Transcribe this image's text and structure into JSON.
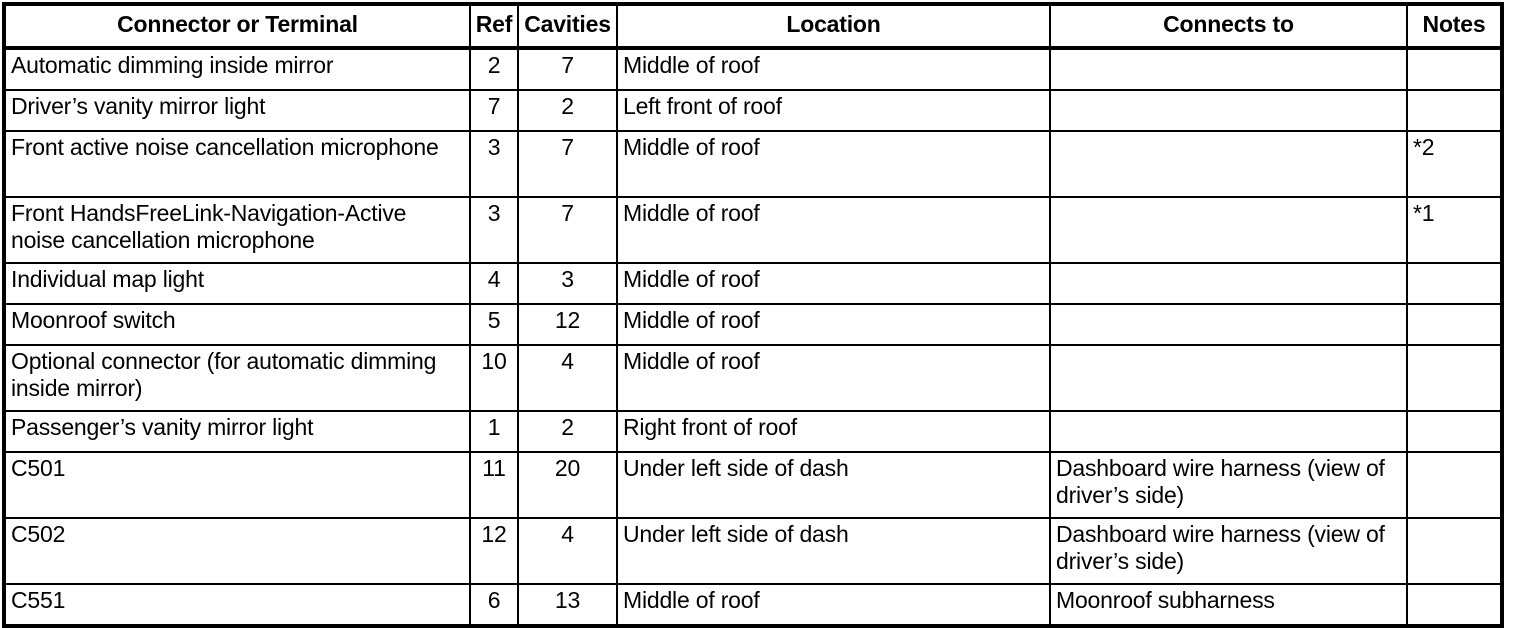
{
  "table": {
    "columns": [
      {
        "key": "connector",
        "label": "Connector or Terminal",
        "align": "left"
      },
      {
        "key": "ref",
        "label": "Ref",
        "align": "center"
      },
      {
        "key": "cavities",
        "label": "Cavities",
        "align": "center"
      },
      {
        "key": "location",
        "label": "Location",
        "align": "left"
      },
      {
        "key": "connects_to",
        "label": "Connects to",
        "align": "left"
      },
      {
        "key": "notes",
        "label": "Notes",
        "align": "left"
      }
    ],
    "rows": [
      {
        "connector": "Automatic dimming inside mirror",
        "ref": "2",
        "cavities": "7",
        "location": "Middle of roof",
        "connects_to": "",
        "notes": ""
      },
      {
        "connector": "Driver’s vanity mirror light",
        "ref": "7",
        "cavities": "2",
        "location": "Left front of roof",
        "connects_to": "",
        "notes": ""
      },
      {
        "connector": "Front active noise cancellation microphone",
        "ref": "3",
        "cavities": "7",
        "location": "Middle of roof",
        "connects_to": "",
        "notes": "*2"
      },
      {
        "connector": "Front HandsFreeLink-Navigation-Active noise cancellation microphone",
        "ref": "3",
        "cavities": "7",
        "location": "Middle of roof",
        "connects_to": "",
        "notes": "*1"
      },
      {
        "connector": "Individual map light",
        "ref": "4",
        "cavities": "3",
        "location": "Middle of roof",
        "connects_to": "",
        "notes": ""
      },
      {
        "connector": "Moonroof switch",
        "ref": "5",
        "cavities": "12",
        "location": "Middle of roof",
        "connects_to": "",
        "notes": ""
      },
      {
        "connector": "Optional connector (for automatic dimming inside mirror)",
        "ref": "10",
        "cavities": "4",
        "location": "Middle of roof",
        "connects_to": "",
        "notes": ""
      },
      {
        "connector": "Passenger’s vanity mirror light",
        "ref": "1",
        "cavities": "2",
        "location": "Right front of roof",
        "connects_to": "",
        "notes": ""
      },
      {
        "connector": "C501",
        "ref": "11",
        "cavities": "20",
        "location": "Under left side of dash",
        "connects_to": "Dashboard wire harness (view of driver’s side)",
        "notes": ""
      },
      {
        "connector": "C502",
        "ref": "12",
        "cavities": "4",
        "location": "Under left side of dash",
        "connects_to": "Dashboard wire harness (view of driver’s side)",
        "notes": ""
      },
      {
        "connector": "C551",
        "ref": "6",
        "cavities": "13",
        "location": "Middle of roof",
        "connects_to": "Moonroof subharness",
        "notes": ""
      }
    ]
  },
  "colors": {
    "border": "#000000",
    "text": "#000000",
    "background": "#ffffff"
  }
}
